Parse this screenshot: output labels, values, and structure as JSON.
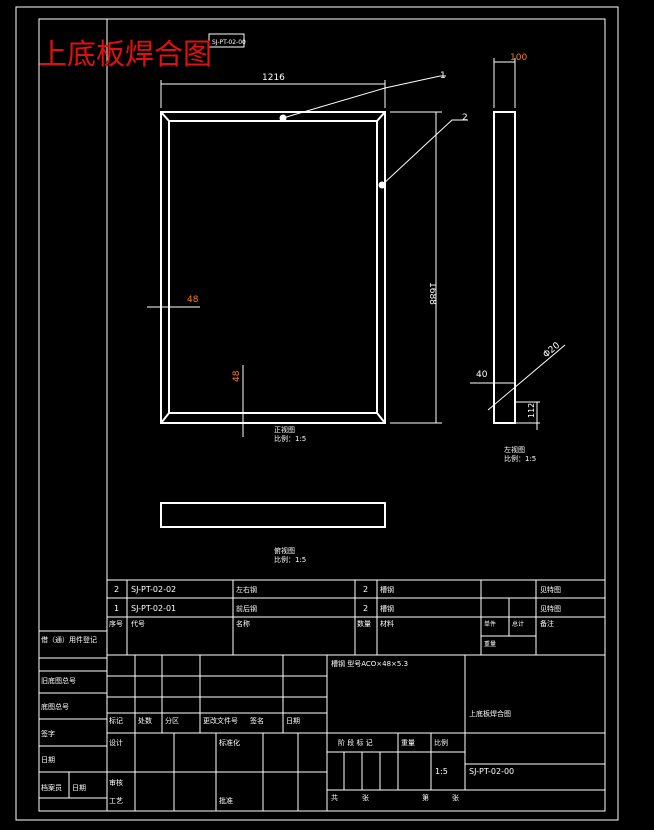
{
  "title": "上底板焊合图",
  "drawing_number_box": "SJ-PT-02-00",
  "dims": {
    "width_top": "1216",
    "height_right": "1688",
    "left_48": "48",
    "bottom_48": "48",
    "side_100": "100",
    "side_40": "40",
    "side_112": "112",
    "side_dia": "Φ20"
  },
  "callouts": {
    "c1": "1",
    "c2": "2"
  },
  "views": {
    "front": {
      "name": "正视图",
      "scale": "比例：1:5"
    },
    "left": {
      "name": "左视图",
      "scale": "比例：1:5"
    },
    "top": {
      "name": "俯视图",
      "scale": "比例：1:5"
    }
  },
  "bom": {
    "rows": [
      {
        "seq": "2",
        "code": "SJ-PT-02-02",
        "name": "左右钢",
        "qty": "2",
        "material": "槽钢",
        "note": "见特图"
      },
      {
        "seq": "1",
        "code": "SJ-PT-02-01",
        "name": "前后钢",
        "qty": "2",
        "material": "槽钢",
        "note": "见特图"
      }
    ],
    "header": {
      "seq": "序号",
      "code": "代号",
      "name": "名称",
      "qty": "数量",
      "material": "材料",
      "single": "单件",
      "total": "总计",
      "weight": "重量",
      "note": "备注"
    }
  },
  "left_strip": {
    "r1": "借（通）用件登记",
    "r2": "旧底图总号",
    "r3": "底图总号",
    "r4": "签字",
    "r5": "日期",
    "r6a": "档案员",
    "r6b": "日期"
  },
  "titleblock": {
    "material_spec": "槽钢  型号ACO×48×5.3",
    "part_name": "上底板焊合图",
    "mark": "标记",
    "count": "处数",
    "zone": "分区",
    "change_doc": "更改文件号",
    "sign": "签名",
    "date": "日期",
    "design": "设计",
    "standardize": "标准化",
    "stage_label": "阶段标记",
    "weight": "重量",
    "ratio": "比例",
    "stage_marks": "阶 段 标 记",
    "scale": "1:5",
    "check": "审核",
    "craft": "工艺",
    "approve": "批准",
    "sheet_total": "共",
    "sheet": "张",
    "sheet_no": "第",
    "sheet_no_unit": "张",
    "doc_no": "SJ-PT-02-00"
  }
}
